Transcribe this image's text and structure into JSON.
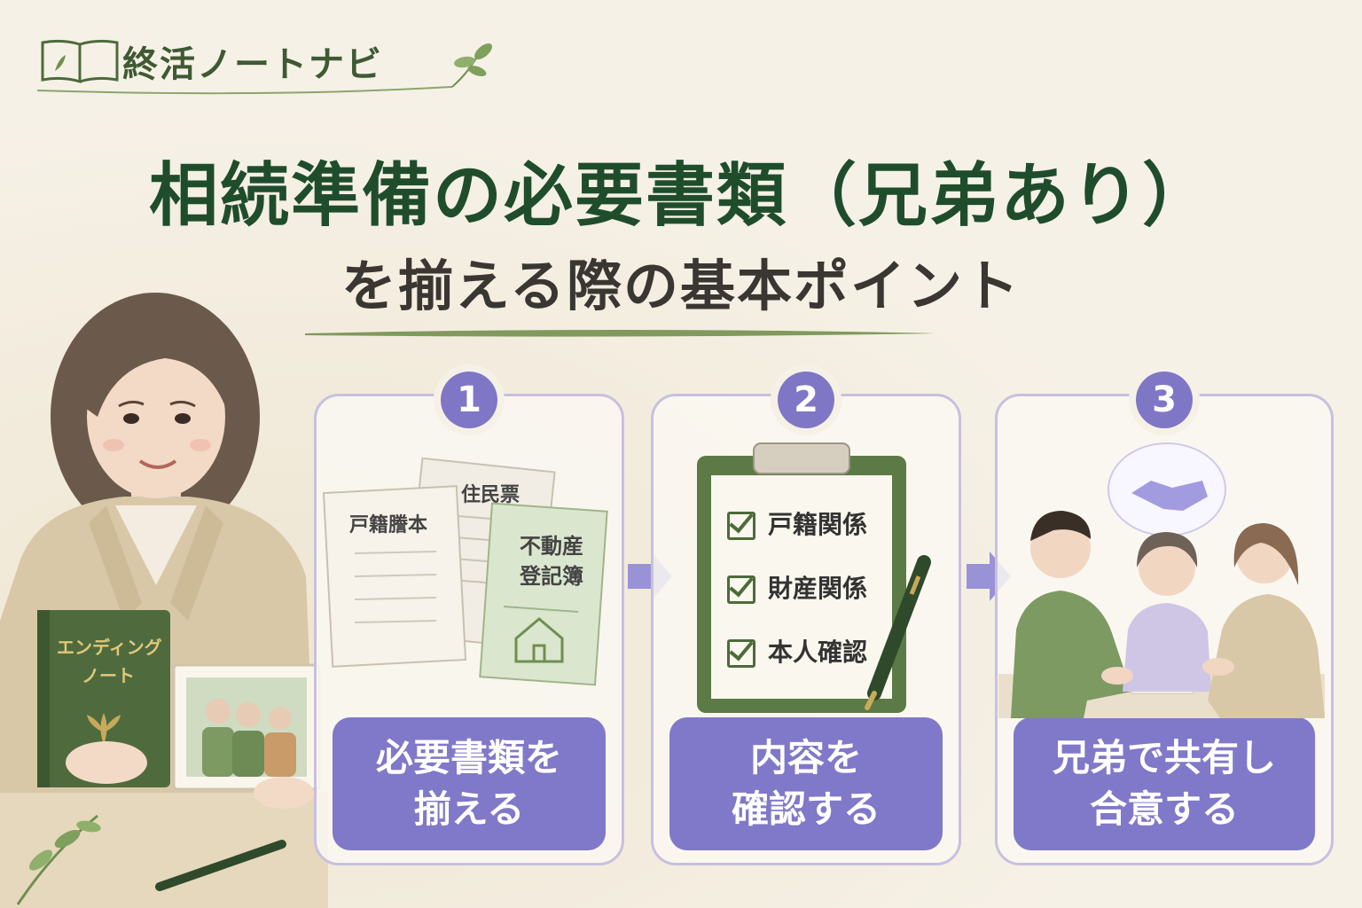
{
  "brand": {
    "name": "終活ノートナビ"
  },
  "title": {
    "main": "相続準備の必要書類（兄弟あり）",
    "sub": "を揃える際の基本ポイント"
  },
  "illustration": {
    "book_title_line1": "エンディング",
    "book_title_line2": "ノート"
  },
  "steps": [
    {
      "number": "1",
      "label_line1": "必要書類を",
      "label_line2": "揃える",
      "documents": [
        "戸籍謄本",
        "住民票",
        "不動産",
        "登記簿"
      ]
    },
    {
      "number": "2",
      "label_line1": "内容を",
      "label_line2": "確認する",
      "checklist": [
        "戸籍関係",
        "財産関係",
        "本人確認"
      ]
    },
    {
      "number": "3",
      "label_line1": "兄弟で共有し",
      "label_line2": "合意する"
    }
  ],
  "colors": {
    "accent_purple": "#8078c8",
    "title_green": "#1f4d2c",
    "background": "#f6f1e7"
  }
}
